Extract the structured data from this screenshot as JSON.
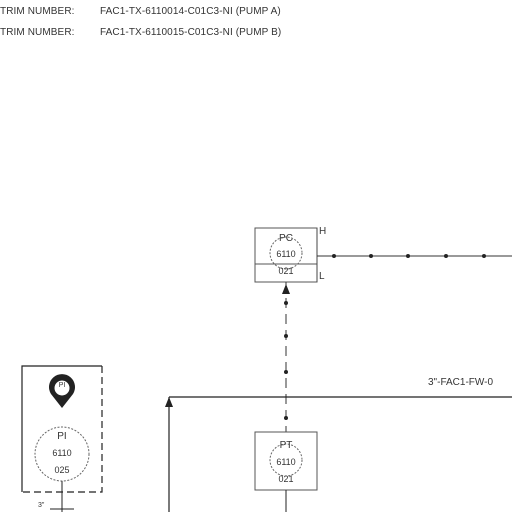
{
  "trim_lines": [
    {
      "label": "TRIM NUMBER:",
      "value": "FAC1-TX-6110014-C01C3-NI (PUMP A)"
    },
    {
      "label": "TRIM NUMBER:",
      "value": "FAC1-TX-6110015-C01C3-NI (PUMP B)"
    }
  ],
  "instruments": {
    "pdi": {
      "function": "PC",
      "loop": "6110",
      "suffix": "021"
    },
    "pt": {
      "function": "PT",
      "loop": "6110",
      "suffix": "021"
    },
    "pi": {
      "function": "PI",
      "loop": "6110",
      "suffix": "025"
    }
  },
  "pdi_ports": {
    "high": "H",
    "low": "L"
  },
  "pipe_line_label": "3\"-FAC1-FW-0",
  "marker_label": "PI",
  "small_valve_label": "3\"",
  "colors": {
    "line": "#222222",
    "text": "#333333",
    "background": "#ffffff"
  }
}
